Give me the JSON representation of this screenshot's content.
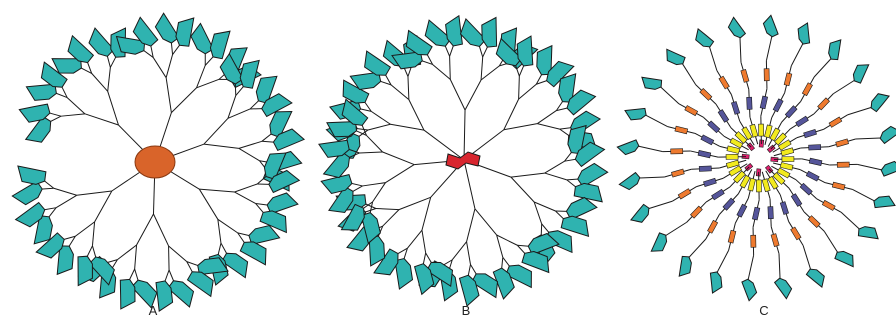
{
  "figure": {
    "panels": [
      {
        "label": "A",
        "core_shape": "ellipse",
        "core_color": "#d9642a",
        "unit_color": "#2fb3b0"
      },
      {
        "label": "B",
        "core_shape": "bowtie",
        "core_color": "#d8262f",
        "unit_color": "#2fb3b0"
      },
      {
        "label": "C",
        "core_color": "#e0206e",
        "unit_color": "#2fb3b0",
        "segment_colors": [
          "#f2ea1f",
          "#55559a",
          "#ee7a2f",
          "#2fb3b0"
        ]
      }
    ],
    "line_color": "#1a1a1a"
  }
}
